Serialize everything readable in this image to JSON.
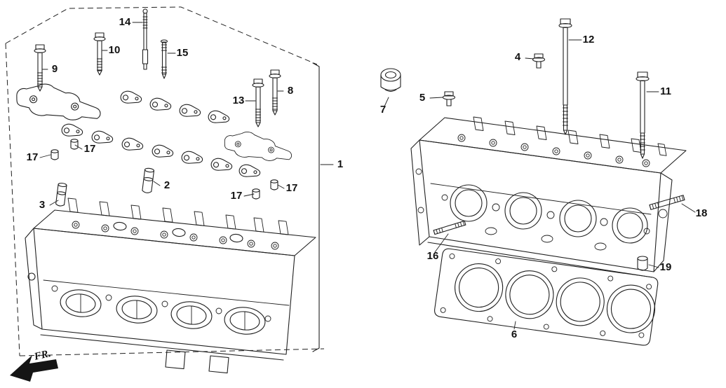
{
  "diagram": {
    "kind": "exploded-parts-diagram",
    "colors": {
      "ink": "#202020",
      "background": "#ffffff"
    },
    "direction_indicator": {
      "label": "FR."
    },
    "callouts": [
      {
        "label": "9"
      },
      {
        "label": "10"
      },
      {
        "label": "14"
      },
      {
        "label": "15"
      },
      {
        "label": "13"
      },
      {
        "label": "8"
      },
      {
        "label": "17"
      },
      {
        "label": "17"
      },
      {
        "label": "2"
      },
      {
        "label": "3"
      },
      {
        "label": "17"
      },
      {
        "label": "17"
      },
      {
        "label": "1"
      },
      {
        "label": "7"
      },
      {
        "label": "5"
      },
      {
        "label": "4"
      },
      {
        "label": "12"
      },
      {
        "label": "11"
      },
      {
        "label": "18"
      },
      {
        "label": "16"
      },
      {
        "label": "19"
      },
      {
        "label": "6"
      }
    ]
  }
}
